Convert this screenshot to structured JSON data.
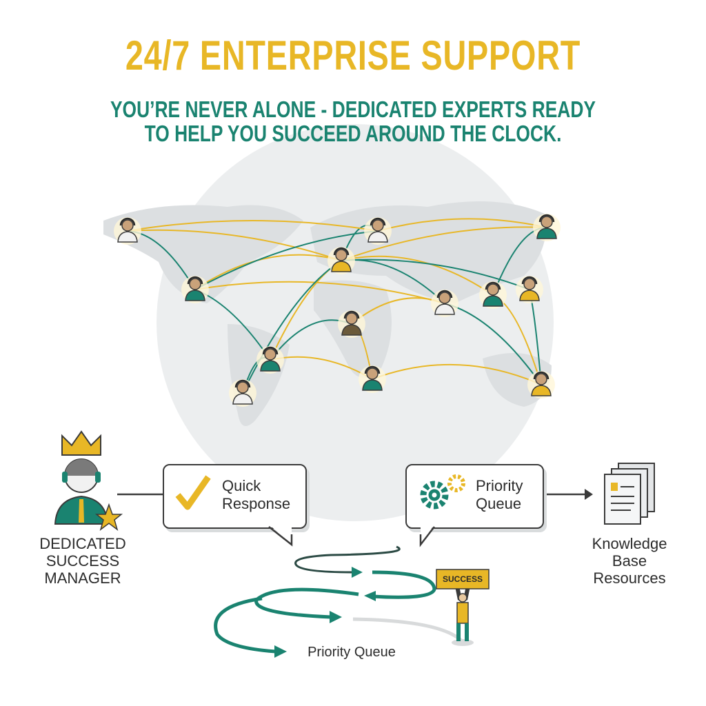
{
  "header": {
    "title": "24/7 ENTERPRISE SUPPORT",
    "subtitle_line1": "YOU’RE NEVER ALONE - DEDICATED EXPERTS READY",
    "subtitle_line2": "TO HELP YOU SUCCEED AROUND THE CLOCK."
  },
  "colors": {
    "gold": "#e8b726",
    "teal": "#1a8370",
    "globe": "#eceeef",
    "ink": "#3a3a3a"
  },
  "map": {
    "agent_count": 13,
    "icon": "headset-agent-icon"
  },
  "flow": {
    "manager_label": [
      "DEDICATED",
      "SUCCESS",
      "MANAGER"
    ],
    "quick_response": [
      "Quick",
      "Response"
    ],
    "priority_queue_bubble": [
      "Priority",
      "Queue"
    ],
    "knowledge_base": [
      "Knowledge",
      "Base",
      "Resources"
    ],
    "success_sign": "SUCCESS",
    "priority_queue_bottom": "Priority Queue"
  }
}
